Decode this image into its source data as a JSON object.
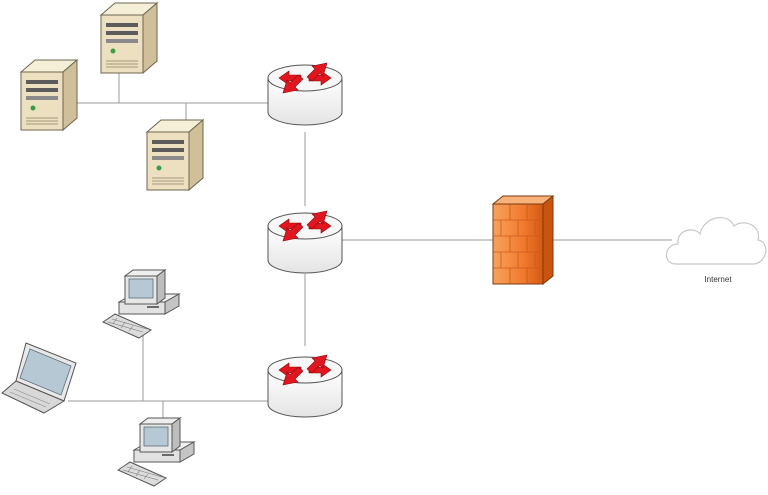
{
  "diagram": {
    "title": "",
    "cloud": {
      "label": "Internet",
      "icon": "cloud-icon"
    },
    "nodes": [
      {
        "id": "server-1",
        "type": "server",
        "icon": "server-icon"
      },
      {
        "id": "server-2",
        "type": "server",
        "icon": "server-icon"
      },
      {
        "id": "server-3",
        "type": "server",
        "icon": "server-icon"
      },
      {
        "id": "router-top",
        "type": "router",
        "icon": "router-icon"
      },
      {
        "id": "router-core",
        "type": "router",
        "icon": "router-icon"
      },
      {
        "id": "router-bottom",
        "type": "router",
        "icon": "router-icon"
      },
      {
        "id": "firewall",
        "type": "firewall",
        "icon": "firewall-icon"
      },
      {
        "id": "internet",
        "type": "cloud",
        "icon": "cloud-icon"
      },
      {
        "id": "workstation-1",
        "type": "workstation",
        "icon": "desktop-computer-icon"
      },
      {
        "id": "workstation-2",
        "type": "workstation",
        "icon": "desktop-computer-icon"
      },
      {
        "id": "laptop",
        "type": "laptop",
        "icon": "laptop-icon"
      }
    ],
    "links": [
      {
        "from": "server-1",
        "to": "router-top"
      },
      {
        "from": "server-2",
        "to": "router-top"
      },
      {
        "from": "server-3",
        "to": "router-top"
      },
      {
        "from": "router-top",
        "to": "router-core"
      },
      {
        "from": "router-core",
        "to": "router-bottom"
      },
      {
        "from": "router-core",
        "to": "firewall"
      },
      {
        "from": "firewall",
        "to": "internet"
      },
      {
        "from": "workstation-1",
        "to": "router-bottom"
      },
      {
        "from": "laptop",
        "to": "router-bottom"
      },
      {
        "from": "workstation-2",
        "to": "router-bottom"
      }
    ],
    "colors": {
      "link": "#999999",
      "router_body": "#f2f2f2",
      "router_arrow": "#e2161e",
      "firewall": "#f07a2e",
      "server_body": "#ede0c0",
      "cloud_outline": "#c8c8c8"
    }
  }
}
